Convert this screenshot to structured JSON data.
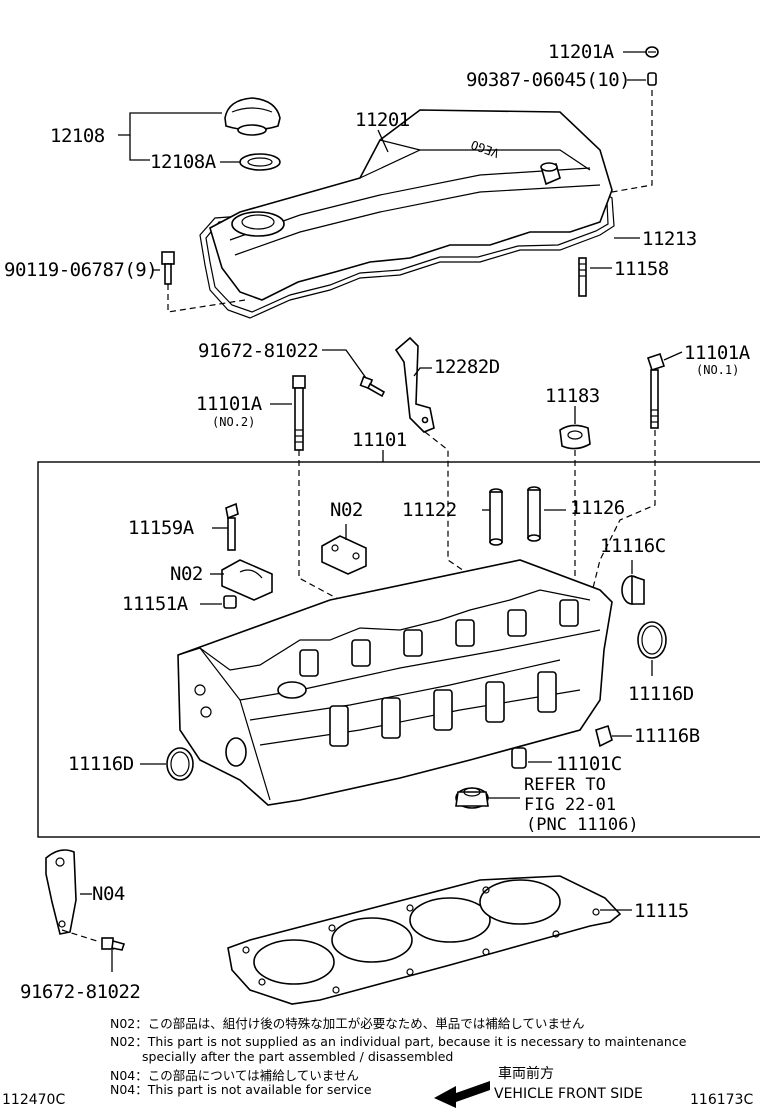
{
  "parts": {
    "p_11201A": "11201A",
    "p_90387": "90387-06045(10)",
    "p_12108": "12108",
    "p_12108A": "12108A",
    "p_11201": "11201",
    "p_11213": "11213",
    "p_90119": "90119-06787(9)",
    "p_11158": "11158",
    "p_91672_top": "91672-81022",
    "p_12282D": "12282D",
    "p_11101A_no1": "11101A",
    "no1": "(NO.1)",
    "p_11101A_no2": "11101A",
    "no2": "(NO.2)",
    "p_11183": "11183",
    "p_11101": "11101",
    "p_N02_a": "N02",
    "p_11122": "11122",
    "p_11126": "11126",
    "p_11159A": "11159A",
    "p_11116C": "11116C",
    "p_N02_b": "N02",
    "p_11151A": "11151A",
    "p_11116D_right": "11116D",
    "p_11116B": "11116B",
    "p_11116D_left": "11116D",
    "p_11101C": "11101C",
    "refer_1": "REFER TO",
    "refer_2": "FIG 22-01",
    "refer_3": "(PNC 11106)",
    "p_N04": "N04",
    "p_11115": "11115",
    "p_91672_bottom": "91672-81022",
    "engine_text": "VEGO"
  },
  "notes": {
    "n02_jp": "N02：この部品は、組付け後の特殊な加工が必要なため、単品では補給していません",
    "n02_en_1": "N02：This part is not supplied as an individual part, because it is necessary to maintenance",
    "n02_en_2": "specially after the part assembled / disassembled",
    "n04_jp": "N04：この部品については補給していません",
    "n04_en": "N04：This part is not available for service",
    "front_jp": "車両前方",
    "front_en": "VEHICLE FRONT SIDE"
  },
  "corners": {
    "left": "112470C",
    "right": "116173C"
  }
}
